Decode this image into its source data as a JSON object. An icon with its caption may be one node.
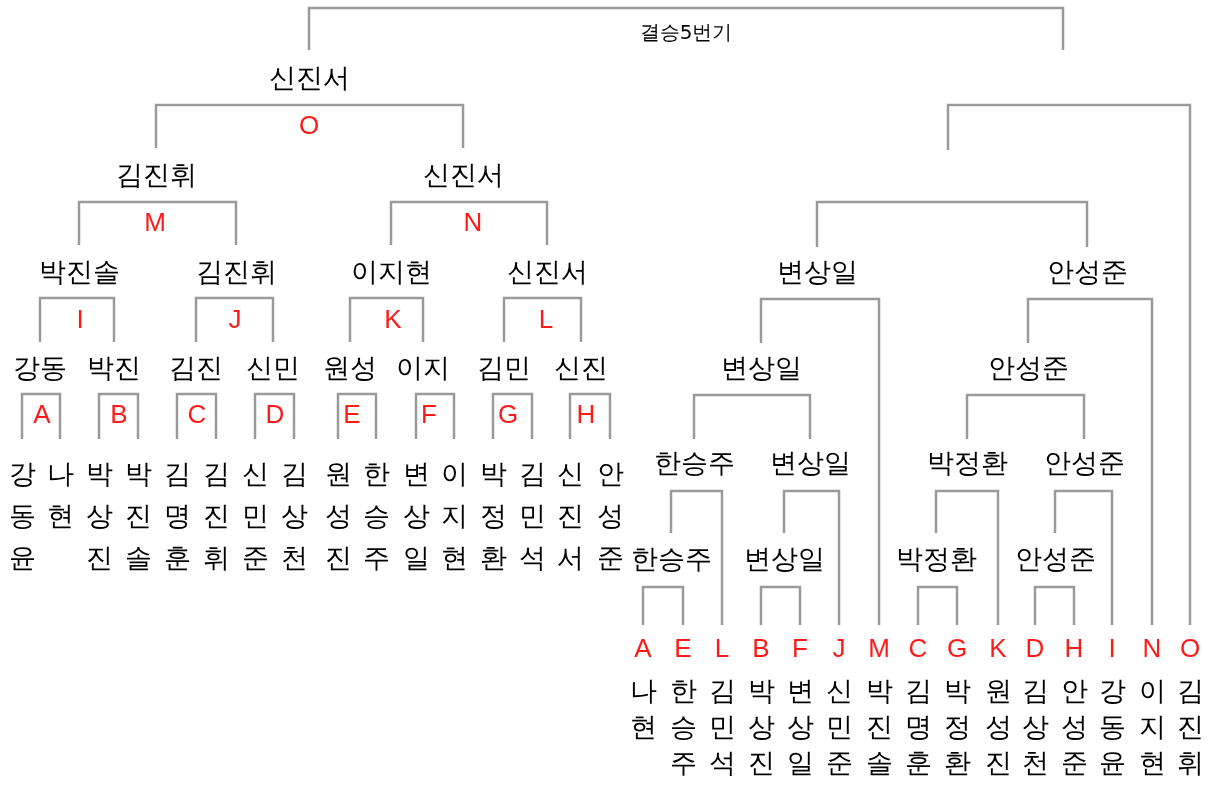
{
  "diagram": {
    "title": "결승5번기",
    "nodes": [
      {
        "text": [
          "신진서"
        ]
      },
      {
        "text": [
          "김진휘"
        ]
      },
      {
        "text": [
          "신진서"
        ]
      },
      {
        "text": [
          "박진솔"
        ]
      },
      {
        "text": [
          "김진휘"
        ]
      },
      {
        "text": [
          "이지현"
        ]
      },
      {
        "text": [
          "신진서"
        ]
      },
      {
        "text": [
          "변상일"
        ]
      },
      {
        "text": [
          "안성준"
        ]
      },
      {
        "text": [
          "강동"
        ]
      },
      {
        "text": [
          "박진"
        ]
      },
      {
        "text": [
          "김진"
        ]
      },
      {
        "text": [
          "신민"
        ]
      },
      {
        "text": [
          "원성"
        ]
      },
      {
        "text": [
          "이지"
        ]
      },
      {
        "text": [
          "김민"
        ]
      },
      {
        "text": [
          "신진"
        ]
      },
      {
        "text": [
          "변상일"
        ]
      },
      {
        "text": [
          "안성준"
        ]
      },
      {
        "text": [
          "한승주"
        ]
      },
      {
        "text": [
          "변상일"
        ]
      },
      {
        "text": [
          "박정환"
        ]
      },
      {
        "text": [
          "안성준"
        ]
      },
      {
        "text": [
          "강동윤"
        ]
      },
      {
        "text": [
          "나현"
        ]
      },
      {
        "text": [
          "박상진"
        ]
      },
      {
        "text": [
          "박진솔"
        ]
      },
      {
        "text": [
          "김명훈"
        ]
      },
      {
        "text": [
          "김진휘"
        ]
      },
      {
        "text": [
          "신민준"
        ]
      },
      {
        "text": [
          "김상천"
        ]
      },
      {
        "text": [
          "원성진"
        ]
      },
      {
        "text": [
          "한승주"
        ]
      },
      {
        "text": [
          "변상일"
        ]
      },
      {
        "text": [
          "이지현"
        ]
      },
      {
        "text": [
          "박정환"
        ]
      },
      {
        "text": [
          "김민석"
        ]
      },
      {
        "text": [
          "신진서"
        ]
      },
      {
        "text": [
          "안성준"
        ]
      },
      {
        "text": [
          "한승주"
        ]
      },
      {
        "text": [
          "변상일"
        ]
      },
      {
        "text": [
          "박정환"
        ]
      },
      {
        "text": [
          "안성준"
        ]
      },
      {
        "text": [
          "A",
          "나현"
        ]
      },
      {
        "text": [
          "E",
          "한승주"
        ]
      },
      {
        "text": [
          "L",
          "김민석"
        ]
      },
      {
        "text": [
          "B",
          "박상진"
        ]
      },
      {
        "text": [
          "F",
          "변상일"
        ]
      },
      {
        "text": [
          "J",
          "신민준"
        ]
      },
      {
        "text": [
          "M",
          "박진솔"
        ]
      },
      {
        "text": [
          "C",
          "김명훈"
        ]
      },
      {
        "text": [
          "G",
          "박정환"
        ]
      },
      {
        "text": [
          "K",
          "원성진"
        ]
      },
      {
        "text": [
          "D",
          "김상천"
        ]
      },
      {
        "text": [
          "H",
          "안성준"
        ]
      },
      {
        "text": [
          "I",
          "강동윤"
        ]
      },
      {
        "text": [
          "N",
          "이지현"
        ]
      },
      {
        "text": [
          "O",
          "김진휘"
        ]
      }
    ],
    "edges": [
      {
        "from": 0,
        "to": null,
        "arrow": "none"
      },
      {
        "from": 1,
        "to": 0,
        "arrow": "none"
      },
      {
        "from": 2,
        "to": 0,
        "arrow": "none"
      },
      {
        "from": 3,
        "to": 1,
        "arrow": "none"
      },
      {
        "from": 4,
        "to": 1,
        "arrow": "none"
      },
      {
        "from": 5,
        "to": 2,
        "arrow": "none"
      },
      {
        "from": 6,
        "to": 2,
        "arrow": "none"
      },
      {
        "from": 9,
        "to": 3,
        "arrow": "none"
      },
      {
        "from": 10,
        "to": 3,
        "arrow": "none"
      },
      {
        "from": 11,
        "to": 4,
        "arrow": "none"
      },
      {
        "from": 12,
        "to": 4,
        "arrow": "none"
      },
      {
        "from": 13,
        "to": 5,
        "arrow": "none"
      },
      {
        "from": 14,
        "to": 5,
        "arrow": "none"
      },
      {
        "from": 15,
        "to": 6,
        "arrow": "none"
      },
      {
        "from": 16,
        "to": 6,
        "arrow": "none"
      },
      {
        "from": 23,
        "to": 9,
        "arrow": "none"
      },
      {
        "from": 24,
        "to": 9,
        "arrow": "none"
      },
      {
        "from": 25,
        "to": 10,
        "arrow": "none"
      },
      {
        "from": 26,
        "to": 10,
        "arrow": "none"
      },
      {
        "from": 27,
        "to": 11,
        "arrow": "none"
      },
      {
        "from": 28,
        "to": 11,
        "arrow": "none"
      },
      {
        "from": 29,
        "to": 12,
        "arrow": "none"
      },
      {
        "from": 30,
        "to": 12,
        "arrow": "none"
      },
      {
        "from": 31,
        "to": 13,
        "arrow": "none"
      },
      {
        "from": 32,
        "to": 13,
        "arrow": "none"
      },
      {
        "from": 33,
        "to": 14,
        "arrow": "none"
      },
      {
        "from": 34,
        "to": 14,
        "arrow": "none"
      },
      {
        "from": 35,
        "to": 15,
        "arrow": "none"
      },
      {
        "from": 36,
        "to": 15,
        "arrow": "none"
      },
      {
        "from": 37,
        "to": 16,
        "arrow": "none"
      },
      {
        "from": 38,
        "to": 16,
        "arrow": "none"
      },
      {
        "from": 7,
        "to": null,
        "arrow": "none"
      },
      {
        "from": 8,
        "to": null,
        "arrow": "none"
      },
      {
        "from": 17,
        "to": 7,
        "arrow": "none"
      },
      {
        "from": 49,
        "to": 7,
        "arrow": "none"
      },
      {
        "from": 18,
        "to": 8,
        "arrow": "none"
      },
      {
        "from": 56,
        "to": 8,
        "arrow": "none"
      },
      {
        "from": 19,
        "to": 17,
        "arrow": "none"
      },
      {
        "from": 20,
        "to": 17,
        "arrow": "none"
      },
      {
        "from": 21,
        "to": 18,
        "arrow": "none"
      },
      {
        "from": 22,
        "to": 18,
        "arrow": "none"
      },
      {
        "from": 39,
        "to": 19,
        "arrow": "none"
      },
      {
        "from": 45,
        "to": 19,
        "arrow": "none"
      },
      {
        "from": 40,
        "to": 20,
        "arrow": "none"
      },
      {
        "from": 48,
        "to": 20,
        "arrow": "none"
      },
      {
        "from": 41,
        "to": 21,
        "arrow": "none"
      },
      {
        "from": 52,
        "to": 21,
        "arrow": "none"
      },
      {
        "from": 42,
        "to": 22,
        "arrow": "none"
      },
      {
        "from": 55,
        "to": 22,
        "arrow": "none"
      },
      {
        "from": 43,
        "to": 39,
        "arrow": "none"
      },
      {
        "from": 44,
        "to": 39,
        "arrow": "none"
      },
      {
        "from": 46,
        "to": 40,
        "arrow": "none"
      },
      {
        "from": 47,
        "to": 40,
        "arrow": "none"
      },
      {
        "from": 50,
        "to": 41,
        "arrow": "none"
      },
      {
        "from": 51,
        "to": 41,
        "arrow": "none"
      },
      {
        "from": 53,
        "to": 42,
        "arrow": "none"
      },
      {
        "from": 54,
        "to": 42,
        "arrow": "none"
      },
      {
        "from": 57,
        "to": null,
        "arrow": "none"
      }
    ],
    "labels": [
      "O",
      "M",
      "N",
      "I",
      "J",
      "K",
      "L",
      "A",
      "B",
      "C",
      "D",
      "E",
      "F",
      "G",
      "H"
    ]
  }
}
